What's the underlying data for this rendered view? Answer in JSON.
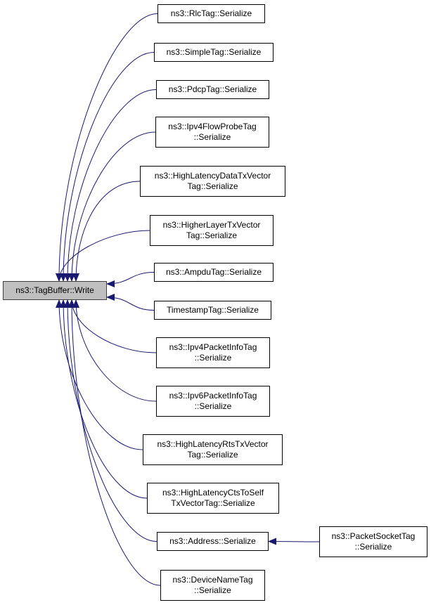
{
  "colors": {
    "edge": "#191970",
    "root_fill": "#bfbfbf",
    "node_border": "#000000",
    "node_fill": "#ffffff"
  },
  "root": {
    "id": "write",
    "lines": [
      "ns3::TagBuffer::Write"
    ]
  },
  "nodes": [
    {
      "id": "rlc",
      "lines": [
        "ns3::RlcTag::Serialize"
      ]
    },
    {
      "id": "simple",
      "lines": [
        "ns3::SimpleTag::Serialize"
      ]
    },
    {
      "id": "pdcp",
      "lines": [
        "ns3::PdcpTag::Serialize"
      ]
    },
    {
      "id": "ipv4flow",
      "lines": [
        "ns3::Ipv4FlowProbeTag",
        "::Serialize"
      ]
    },
    {
      "id": "hldata",
      "lines": [
        "ns3::HighLatencyDataTxVector",
        "Tag::Serialize"
      ]
    },
    {
      "id": "higher",
      "lines": [
        "ns3::HigherLayerTxVector",
        "Tag::Serialize"
      ]
    },
    {
      "id": "ampdu",
      "lines": [
        "ns3::AmpduTag::Serialize"
      ]
    },
    {
      "id": "timestamp",
      "lines": [
        "TimestampTag::Serialize"
      ]
    },
    {
      "id": "ipv4pkt",
      "lines": [
        "ns3::Ipv4PacketInfoTag",
        "::Serialize"
      ]
    },
    {
      "id": "ipv6pkt",
      "lines": [
        "ns3::Ipv6PacketInfoTag",
        "::Serialize"
      ]
    },
    {
      "id": "hlrts",
      "lines": [
        "ns3::HighLatencyRtsTxVector",
        "Tag::Serialize"
      ]
    },
    {
      "id": "hlcts",
      "lines": [
        "ns3::HighLatencyCtsToSelf",
        "TxVectorTag::Serialize"
      ]
    },
    {
      "id": "address",
      "lines": [
        "ns3::Address::Serialize"
      ]
    },
    {
      "id": "devname",
      "lines": [
        "ns3::DeviceNameTag",
        "::Serialize"
      ]
    },
    {
      "id": "pktsocket",
      "lines": [
        "ns3::PacketSocketTag",
        "::Serialize"
      ]
    }
  ],
  "edges": [
    {
      "from": "rlc",
      "to": "write"
    },
    {
      "from": "simple",
      "to": "write"
    },
    {
      "from": "pdcp",
      "to": "write"
    },
    {
      "from": "ipv4flow",
      "to": "write"
    },
    {
      "from": "hldata",
      "to": "write"
    },
    {
      "from": "higher",
      "to": "write"
    },
    {
      "from": "ampdu",
      "to": "write"
    },
    {
      "from": "timestamp",
      "to": "write"
    },
    {
      "from": "ipv4pkt",
      "to": "write"
    },
    {
      "from": "ipv6pkt",
      "to": "write"
    },
    {
      "from": "hlrts",
      "to": "write"
    },
    {
      "from": "hlcts",
      "to": "write"
    },
    {
      "from": "address",
      "to": "write"
    },
    {
      "from": "devname",
      "to": "write"
    },
    {
      "from": "pktsocket",
      "to": "address"
    }
  ]
}
